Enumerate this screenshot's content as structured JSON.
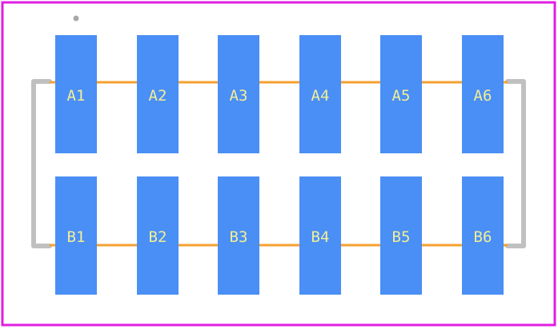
{
  "colors": {
    "background": "#ffffff",
    "board_outline": "#e01ee0",
    "pad_fill": "#4a8ff5",
    "pad_label": "#f2ee96",
    "trace": "#f5a030",
    "silkscreen": "#c0c0c0",
    "pin1_marker": "#a8a8a8"
  },
  "pads": {
    "top_row": [
      "A1",
      "A2",
      "A3",
      "A4",
      "A5",
      "A6"
    ],
    "bottom_row": [
      "B1",
      "B2",
      "B3",
      "B4",
      "B5",
      "B6"
    ]
  }
}
